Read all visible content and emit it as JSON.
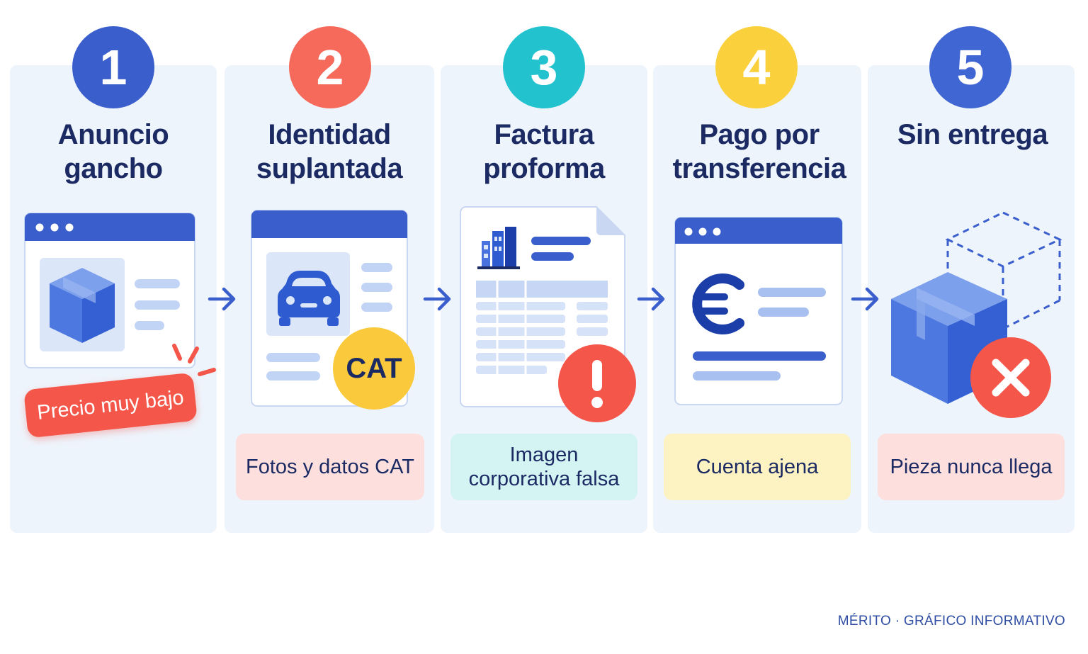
{
  "steps": [
    {
      "number": "1",
      "title_lines": [
        "Anuncio",
        "gancho"
      ],
      "tag": "Precio muy bajo"
    },
    {
      "number": "2",
      "title_lines": [
        "Identidad",
        "suplantada"
      ],
      "badge": "CAT",
      "pill_lines": [
        "Fotos y datos CAT"
      ]
    },
    {
      "number": "3",
      "title_lines": [
        "Factura",
        "proforma"
      ],
      "pill_lines": [
        "Imagen",
        "corporativa falsa"
      ]
    },
    {
      "number": "4",
      "title_lines": [
        "Pago por",
        "transferencia"
      ],
      "pill_lines": [
        "Cuenta ajena"
      ]
    },
    {
      "number": "5",
      "title_lines": [
        "Sin entrega"
      ],
      "pill_lines": [
        "Pieza nunca llega"
      ]
    }
  ],
  "icons": {
    "arrow": "arrow-right-icon",
    "step1": "browser-window-box-icon",
    "step2": "car-listing-icon",
    "step3": "invoice-document-icon",
    "step4": "euro-payment-window-icon",
    "step5": "package-not-delivered-icon"
  },
  "colors": {
    "step1": "#3a5fcd",
    "step2": "#f66a5b",
    "step3": "#22c3cf",
    "step4": "#fad03c",
    "step5": "#3f66d2",
    "pill2": "#fde0de",
    "pill3": "#d3f4f3",
    "pill4": "#fdf2c2",
    "pill5": "#fde0de",
    "title": "#1b2a63",
    "alert": "#f4564a"
  },
  "footer": "MÉRITO · GRÁFICO INFORMATIVO"
}
